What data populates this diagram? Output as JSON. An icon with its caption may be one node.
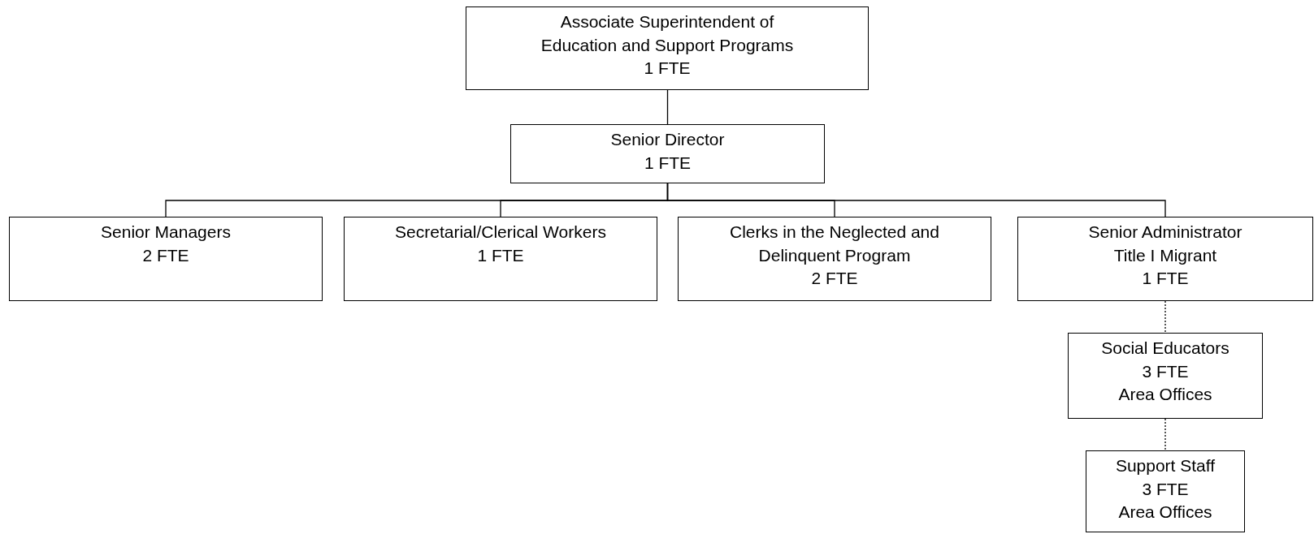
{
  "diagram": {
    "nodes": [
      {
        "text": [
          "Associate Superintendent of Education and Support Programs",
          "1 FTE"
        ]
      },
      {
        "text": [
          "Senior Director",
          "1 FTE"
        ]
      },
      {
        "text": [
          "Senior Managers",
          "2 FTE"
        ]
      },
      {
        "text": [
          "Secretarial/Clerical Workers",
          "1 FTE"
        ]
      },
      {
        "text": [
          "Clerks in the Neglected and Delinquent Program",
          "2 FTE"
        ]
      },
      {
        "text": [
          "Senior Administrator Title I Migrant",
          "1 FTE"
        ]
      },
      {
        "text": [
          "Social Educators",
          "3 FTE",
          "Area Offices"
        ]
      },
      {
        "text": [
          "Support Staff",
          "3 FTE",
          "Area Offices"
        ]
      }
    ],
    "edges": [
      {
        "from": 0,
        "to": 1,
        "arrow": "none"
      },
      {
        "from": 1,
        "to": 2,
        "arrow": "none"
      },
      {
        "from": 1,
        "to": 3,
        "arrow": "none"
      },
      {
        "from": 1,
        "to": 4,
        "arrow": "none"
      },
      {
        "from": 1,
        "to": 5,
        "arrow": "none"
      },
      {
        "from": 5,
        "to": 6,
        "arrow": "none",
        "style": "dashed"
      },
      {
        "from": 6,
        "to": 7,
        "arrow": "none",
        "style": "dashed"
      }
    ]
  }
}
